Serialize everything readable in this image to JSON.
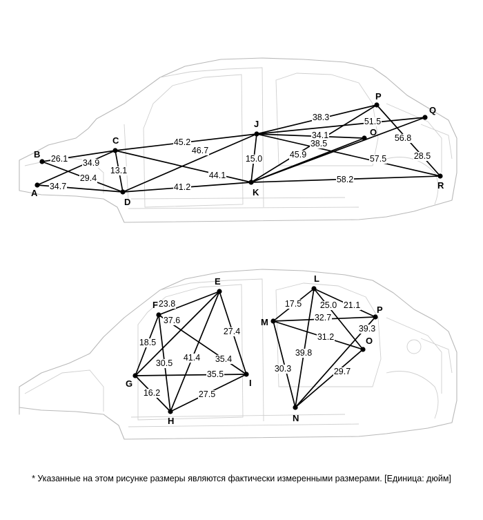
{
  "footnote": "* Указанные на этом рисунке размеры являются фактически измеренными размерами. [Единица: дюйм]",
  "top_diagram": {
    "points": [
      "A",
      "B",
      "C",
      "D",
      "J",
      "K",
      "O",
      "P",
      "Q",
      "R"
    ],
    "measurements": [
      {
        "from": "B",
        "to": "C",
        "value": "26.1"
      },
      {
        "from": "C",
        "to": "A",
        "value": "34.9"
      },
      {
        "from": "C",
        "to": "D",
        "value": "13.1"
      },
      {
        "from": "B",
        "to": "D",
        "value": "29.4"
      },
      {
        "from": "A",
        "to": "D",
        "value": "34.7"
      },
      {
        "from": "C",
        "to": "J",
        "value": "45.2"
      },
      {
        "from": "D",
        "to": "J",
        "value": "46.7"
      },
      {
        "from": "C",
        "to": "K",
        "value": "44.1"
      },
      {
        "from": "D",
        "to": "K",
        "value": "41.2"
      },
      {
        "from": "J",
        "to": "K",
        "value": "15.0"
      },
      {
        "from": "J",
        "to": "P",
        "value": "38.3"
      },
      {
        "from": "J",
        "to": "O",
        "value": "34.1"
      },
      {
        "from": "J",
        "to": "Q",
        "value": "51.5"
      },
      {
        "from": "J",
        "to": "R",
        "value": "57.5"
      },
      {
        "from": "K",
        "to": "P",
        "value": "45.9"
      },
      {
        "from": "K",
        "to": "O",
        "value": "38.5"
      },
      {
        "from": "K",
        "to": "Q",
        "value": "56.8"
      },
      {
        "from": "K",
        "to": "R",
        "value": "58.2"
      },
      {
        "from": "P",
        "to": "R",
        "value": "28.5"
      }
    ]
  },
  "bottom_diagram": {
    "points": [
      "E",
      "F",
      "G",
      "H",
      "I",
      "L",
      "M",
      "N",
      "O",
      "P"
    ],
    "measurements": [
      {
        "from": "F",
        "to": "E",
        "value": "23.8"
      },
      {
        "from": "G",
        "to": "E",
        "value": "37.6"
      },
      {
        "from": "E",
        "to": "I",
        "value": "27.4"
      },
      {
        "from": "H",
        "to": "E",
        "value": "41.4"
      },
      {
        "from": "F",
        "to": "G",
        "value": "18.5"
      },
      {
        "from": "F",
        "to": "H",
        "value": "30.5"
      },
      {
        "from": "F",
        "to": "I",
        "value": "35.4"
      },
      {
        "from": "G",
        "to": "I",
        "value": "35.5"
      },
      {
        "from": "G",
        "to": "H",
        "value": "16.2"
      },
      {
        "from": "H",
        "to": "I",
        "value": "27.5"
      },
      {
        "from": "M",
        "to": "L",
        "value": "17.5"
      },
      {
        "from": "L",
        "to": "O",
        "value": "25.0"
      },
      {
        "from": "L",
        "to": "P",
        "value": "21.1"
      },
      {
        "from": "M",
        "to": "P",
        "value": "32.7"
      },
      {
        "from": "M",
        "to": "O",
        "value": "31.2"
      },
      {
        "from": "M",
        "to": "N",
        "value": "30.3"
      },
      {
        "from": "L",
        "to": "N",
        "value": "39.8"
      },
      {
        "from": "N",
        "to": "P",
        "value": "39.3"
      },
      {
        "from": "N",
        "to": "O",
        "value": "29.7"
      }
    ]
  }
}
